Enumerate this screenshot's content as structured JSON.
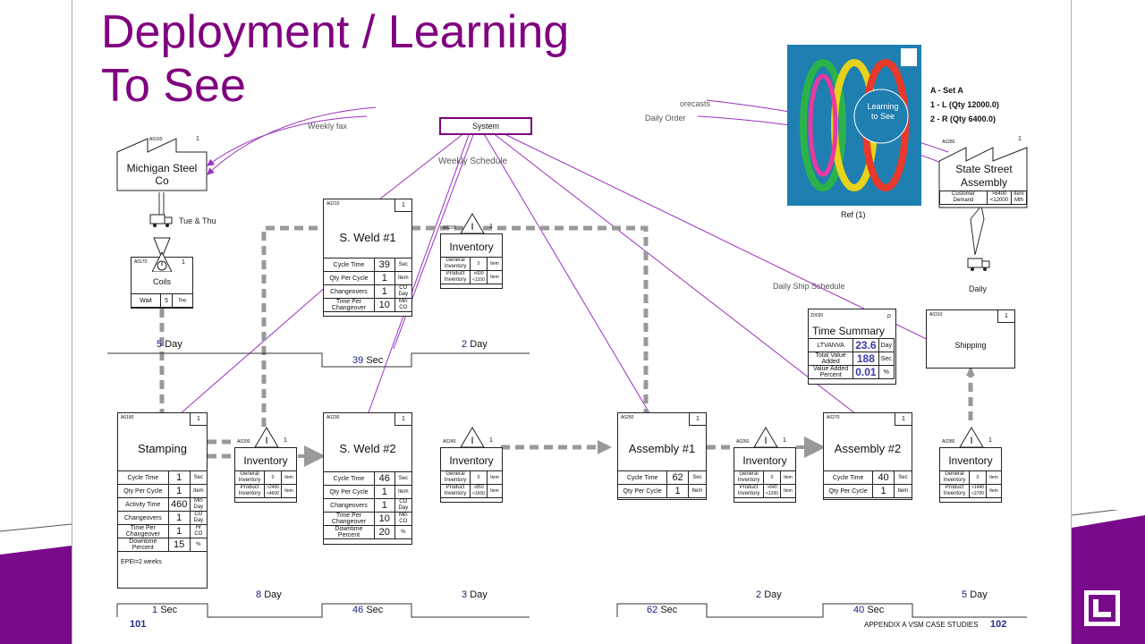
{
  "slide": {
    "title_line1": "Deployment / Learning",
    "title_line2": "To See",
    "footer_left": "101",
    "footer_right_text": "APPENDIX A VSM CASE STUDIES",
    "footer_right_num": "102"
  },
  "colors": {
    "title": "#800080",
    "arrow": "#9b30c0",
    "dashed": "#999999",
    "accent": "#7a0a8c"
  },
  "book": {
    "title": "Learning to See",
    "caption": "Ref (1)",
    "notes": [
      "A - Set A",
      "1 - L (Qty 12000.0)",
      "2 - R (Qty 6400.0)"
    ]
  },
  "control": {
    "label": "System"
  },
  "flow_labels": {
    "weekly_fax": "Weekly fax",
    "forecasts": "orecasts",
    "daily_order": "Daily Order",
    "weekly_schedule": "Weekly Schedule",
    "daily_ship_schedule": "Daily Ship Schedule",
    "tue_thu": "Tue & Thu",
    "daily": "Daily"
  },
  "supplier": {
    "code": "A0160",
    "num": "1",
    "name_line1": "Michigan Steel",
    "name_line2": "Co"
  },
  "customer": {
    "code": "A0280",
    "num": "1",
    "name_line1": "State Street",
    "name_line2": "Assembly",
    "row_label_1": "Customer",
    "row_label_2": "Demand",
    "row_val_1": ">6400",
    "row_val_2": "<12000",
    "row_unit_1": "Item",
    "row_unit_2": "Mth"
  },
  "coils": {
    "code": "A0170",
    "num": "1",
    "name": "Coils",
    "wait_label": "Wait",
    "wait_val": "5",
    "wait_unit": "Day"
  },
  "stamping": {
    "code": "A0180",
    "num": "1",
    "name": "Stamping",
    "rows": [
      {
        "label": "Cycle Time",
        "value": "1",
        "unit": "Sec"
      },
      {
        "label": "Qty Per Cycle",
        "value": "1",
        "unit": "Item"
      },
      {
        "label": "Activity Time",
        "value": "460",
        "unit": "Min Day"
      },
      {
        "label": "Changeovers",
        "value": "1",
        "unit": "CO Day"
      },
      {
        "label": "Time Per Changeover",
        "value": "1",
        "unit": "Hr CO"
      },
      {
        "label": "Downtime Percent",
        "value": "15",
        "unit": "%"
      }
    ],
    "note": "EPEI=2 weeks"
  },
  "weld1": {
    "code": "A0210",
    "num": "1",
    "name": "S. Weld #1",
    "rows": [
      {
        "label": "Cycle Time",
        "value": "39",
        "unit": "Sec"
      },
      {
        "label": "Qty Per Cycle",
        "value": "1",
        "unit": "Item"
      },
      {
        "label": "Changeovers",
        "value": "1",
        "unit": "CO Day"
      },
      {
        "label": "Time Per Changeover",
        "value": "10",
        "unit": "Min CO"
      }
    ]
  },
  "weld2": {
    "code": "A0230",
    "num": "1",
    "name": "S. Weld #2",
    "rows": [
      {
        "label": "Cycle Time",
        "value": "46",
        "unit": "Sec"
      },
      {
        "label": "Qty Per Cycle",
        "value": "1",
        "unit": "Item"
      },
      {
        "label": "Changeovers",
        "value": "1",
        "unit": "CO Day"
      },
      {
        "label": "Time Per Changeover",
        "value": "10",
        "unit": "Min CO"
      },
      {
        "label": "Downtime Percent",
        "value": "20",
        "unit": "%"
      }
    ]
  },
  "asm1": {
    "code": "A0250",
    "num": "1",
    "name": "Assembly #1",
    "rows": [
      {
        "label": "Cycle Time",
        "value": "62",
        "unit": "Sec"
      },
      {
        "label": "Qty Per Cycle",
        "value": "1",
        "unit": "Item"
      }
    ]
  },
  "asm2": {
    "code": "A0270",
    "num": "1",
    "name": "Assembly #2",
    "rows": [
      {
        "label": "Cycle Time",
        "value": "40",
        "unit": "Sec"
      },
      {
        "label": "Qty Per Cycle",
        "value": "1",
        "unit": "Item"
      }
    ]
  },
  "shipping": {
    "code": "A0310",
    "num": "1",
    "name": "Shipping"
  },
  "inventories": {
    "inv_a": {
      "code": "A0220",
      "num": "1",
      "name": "Inventory",
      "general_val": "0",
      "product_val": ">600 <1100"
    },
    "inv_b": {
      "code": "A0200",
      "num": "1",
      "name": "Inventory",
      "general_val": "0",
      "product_val": ">2400 <4600"
    },
    "inv_c": {
      "code": "A0240",
      "num": "1",
      "name": "Inventory",
      "general_val": "0",
      "product_val": ">850 <1600"
    },
    "inv_d": {
      "code": "A0260",
      "num": "1",
      "name": "Inventory",
      "general_val": "0",
      "product_val": ">640 <1200"
    },
    "inv_e": {
      "code": "A0280",
      "num": "1",
      "name": "Inventory",
      "general_val": "0",
      "product_val": ">1440 <2700"
    },
    "general_label": "General Inventory",
    "product_label": "Product Inventory",
    "unit": "Item"
  },
  "time_summary": {
    "code": "Z0030",
    "flag": "P",
    "title": "Time Summary",
    "rows": [
      {
        "label": "LTVANVA",
        "value": "23.6",
        "unit": "Day"
      },
      {
        "label": "Total Value Added",
        "value": "188",
        "unit": "Sec"
      },
      {
        "label": "Value Added Percent",
        "value": "0.01",
        "unit": "%"
      }
    ]
  },
  "timeline_upper": [
    {
      "num": "5",
      "unit": "Day"
    },
    {
      "num": "39",
      "unit": "Sec"
    },
    {
      "num": "2",
      "unit": "Day"
    }
  ],
  "timeline_lower": [
    {
      "num": "1",
      "unit": "Sec"
    },
    {
      "num": "8",
      "unit": "Day"
    },
    {
      "num": "46",
      "unit": "Sec"
    },
    {
      "num": "3",
      "unit": "Day"
    },
    {
      "num": "62",
      "unit": "Sec"
    },
    {
      "num": "2",
      "unit": "Day"
    },
    {
      "num": "40",
      "unit": "Sec"
    },
    {
      "num": "5",
      "unit": "Day"
    }
  ],
  "logo_icon": "corner-logo-icon"
}
